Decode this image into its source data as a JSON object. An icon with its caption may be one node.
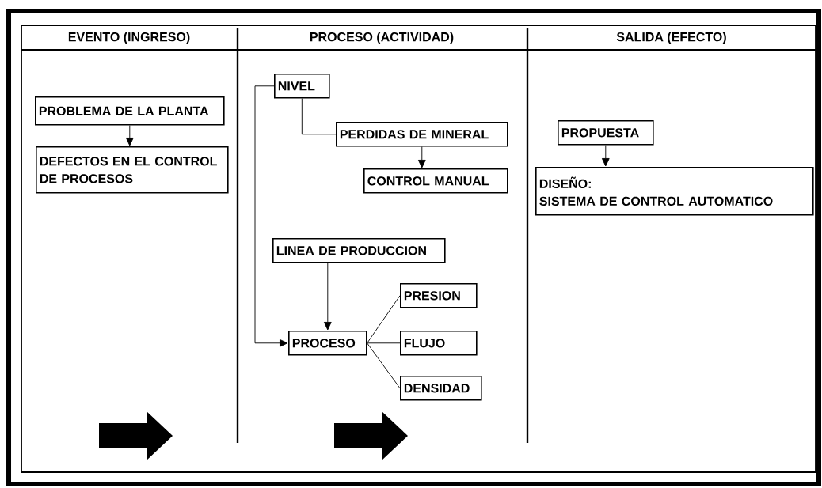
{
  "diagram": {
    "nodes": [
      {
        "text": [
          "PROBLEMA DE LA PLANTA"
        ]
      },
      {
        "text": [
          "DEFECTOS EN EL CONTROL DE PROCESOS"
        ]
      },
      {
        "text": [
          "NIVEL"
        ]
      },
      {
        "text": [
          "PERDIDAS DE MINERAL"
        ]
      },
      {
        "text": [
          "CONTROL MANUAL"
        ]
      },
      {
        "text": [
          "LINEA DE PRODUCCION"
        ]
      },
      {
        "text": [
          "PROCESO"
        ]
      },
      {
        "text": [
          "PRESION"
        ]
      },
      {
        "text": [
          "FLUJO"
        ]
      },
      {
        "text": [
          "DENSIDAD"
        ]
      },
      {
        "text": [
          "PROPUESTA"
        ]
      },
      {
        "text": [
          "DISEÑO:",
          "SISTEMA DE CONTROL AUTOMATICO"
        ]
      }
    ],
    "edges": [
      {
        "from": 0,
        "to": 1,
        "arrow": "to"
      },
      {
        "from": 2,
        "to": 3,
        "arrow": "none"
      },
      {
        "from": 3,
        "to": 4,
        "arrow": "to"
      },
      {
        "from": 2,
        "to": 6,
        "arrow": "to"
      },
      {
        "from": 5,
        "to": 6,
        "arrow": "to"
      },
      {
        "from": 6,
        "to": 7,
        "arrow": "none"
      },
      {
        "from": 6,
        "to": 8,
        "arrow": "none"
      },
      {
        "from": 6,
        "to": 9,
        "arrow": "none"
      },
      {
        "from": 10,
        "to": 11,
        "arrow": "to"
      }
    ],
    "labels": [
      "EVENTO (INGRESO)",
      "PROCESO (ACTIVIDAD)",
      "SALIDA (EFECTO)"
    ]
  }
}
